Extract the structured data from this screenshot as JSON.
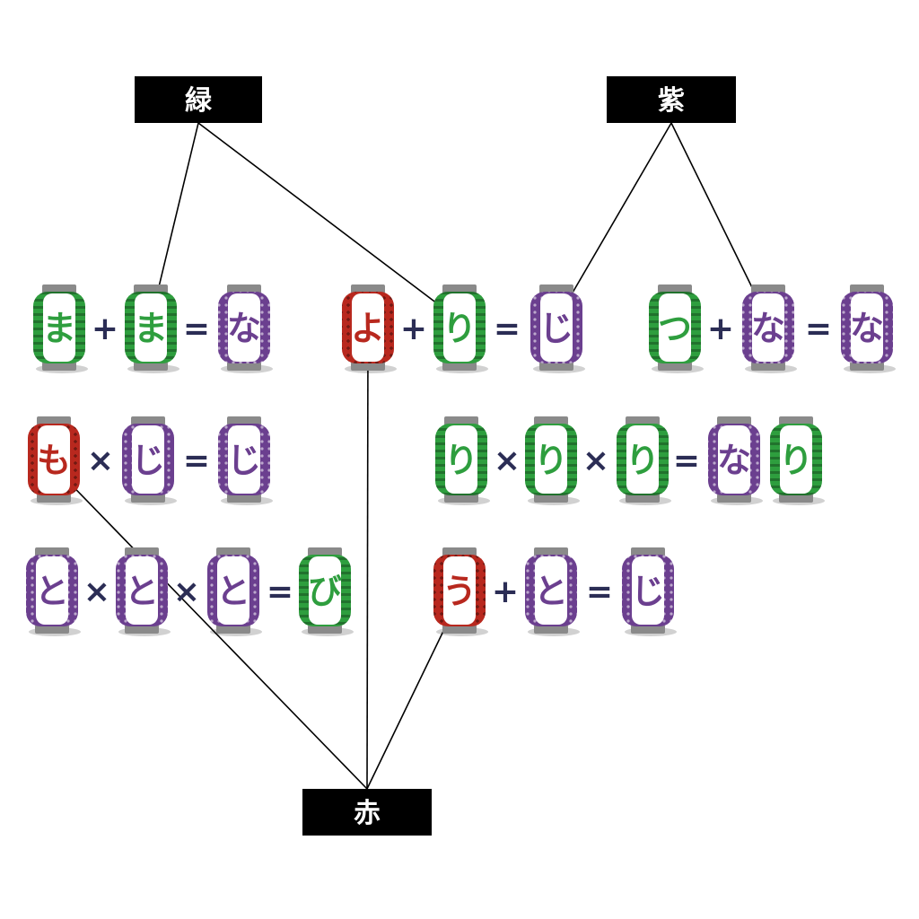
{
  "colors": {
    "green": "#2e9e3e",
    "purple": "#6b3f8f",
    "red": "#b8281e",
    "operator": "#2b2d55",
    "label_bg": "#000000",
    "line": "#000000"
  },
  "labels": {
    "green": "緑",
    "purple": "紫",
    "red": "赤"
  },
  "equations": [
    {
      "id": "eq1",
      "tokens": [
        {
          "t": "l",
          "kana": "ま",
          "color": "green"
        },
        {
          "t": "o",
          "v": "+"
        },
        {
          "t": "l",
          "kana": "ま",
          "color": "green"
        },
        {
          "t": "o",
          "v": "="
        },
        {
          "t": "l",
          "kana": "な",
          "color": "purple"
        }
      ]
    },
    {
      "id": "eq2",
      "tokens": [
        {
          "t": "l",
          "kana": "よ",
          "color": "red"
        },
        {
          "t": "o",
          "v": "+"
        },
        {
          "t": "l",
          "kana": "り",
          "color": "green"
        },
        {
          "t": "o",
          "v": "="
        },
        {
          "t": "l",
          "kana": "じ",
          "color": "purple"
        }
      ]
    },
    {
      "id": "eq3",
      "tokens": [
        {
          "t": "l",
          "kana": "つ",
          "color": "green"
        },
        {
          "t": "o",
          "v": "+"
        },
        {
          "t": "l",
          "kana": "な",
          "color": "purple"
        },
        {
          "t": "o",
          "v": "="
        },
        {
          "t": "l",
          "kana": "な",
          "color": "purple"
        }
      ]
    },
    {
      "id": "eq4",
      "tokens": [
        {
          "t": "l",
          "kana": "も",
          "color": "red"
        },
        {
          "t": "o",
          "v": "×"
        },
        {
          "t": "l",
          "kana": "じ",
          "color": "purple"
        },
        {
          "t": "o",
          "v": "="
        },
        {
          "t": "l",
          "kana": "じ",
          "color": "purple"
        }
      ]
    },
    {
      "id": "eq5",
      "tokens": [
        {
          "t": "l",
          "kana": "り",
          "color": "green"
        },
        {
          "t": "o",
          "v": "×"
        },
        {
          "t": "l",
          "kana": "り",
          "color": "green"
        },
        {
          "t": "o",
          "v": "×"
        },
        {
          "t": "l",
          "kana": "り",
          "color": "green"
        },
        {
          "t": "o",
          "v": "="
        },
        {
          "t": "l",
          "kana": "な",
          "color": "purple"
        },
        {
          "t": "l",
          "kana": "り",
          "color": "green"
        }
      ]
    },
    {
      "id": "eq6",
      "tokens": [
        {
          "t": "l",
          "kana": "と",
          "color": "purple"
        },
        {
          "t": "o",
          "v": "×"
        },
        {
          "t": "l",
          "kana": "と",
          "color": "purple"
        },
        {
          "t": "o",
          "v": "×"
        },
        {
          "t": "l",
          "kana": "と",
          "color": "purple"
        },
        {
          "t": "o",
          "v": "="
        },
        {
          "t": "l",
          "kana": "び",
          "color": "green"
        }
      ]
    },
    {
      "id": "eq7",
      "tokens": [
        {
          "t": "l",
          "kana": "う",
          "color": "red"
        },
        {
          "t": "o",
          "v": "+"
        },
        {
          "t": "l",
          "kana": "と",
          "color": "purple"
        },
        {
          "t": "o",
          "v": "="
        },
        {
          "t": "l",
          "kana": "じ",
          "color": "purple"
        }
      ]
    }
  ],
  "connections": [
    {
      "label": "green",
      "target": "eq1.2"
    },
    {
      "label": "green",
      "target": "eq2.2"
    },
    {
      "label": "purple",
      "target": "eq2.4"
    },
    {
      "label": "purple",
      "target": "eq3.2"
    },
    {
      "label": "red",
      "target": "eq2.0"
    },
    {
      "label": "red",
      "target": "eq4.0"
    },
    {
      "label": "red",
      "target": "eq7.0"
    }
  ]
}
